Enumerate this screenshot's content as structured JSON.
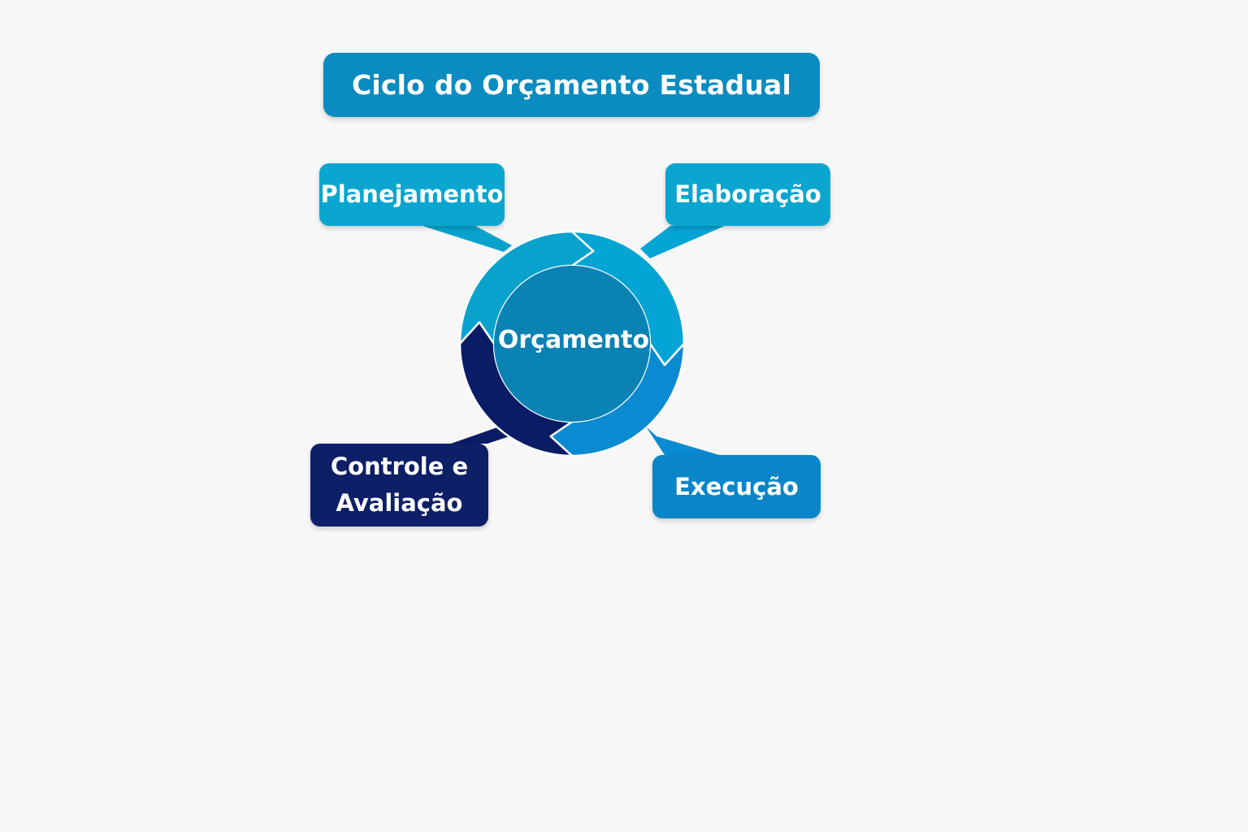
{
  "title": "Ciclo do Orçamento Estadual",
  "center": "Orçamento",
  "steps": [
    {
      "label": "Planejamento",
      "color": "#0aa6d0"
    },
    {
      "label": "Elaboração",
      "color": "#0aa6d0"
    },
    {
      "label": "Execução",
      "color": "#0a86c8"
    },
    {
      "label": "Controle e\nAvaliação",
      "color": "#0d1f66"
    }
  ],
  "colors": {
    "background": "#f7f7f7",
    "title_box": "#0a8cc0",
    "center_disc": "#0a82b4",
    "ring_planejamento": "#08a2cc",
    "ring_elaboracao": "#04a4d4",
    "ring_execucao": "#0a8ad0",
    "ring_controle": "#0b1c66",
    "text": "#ffffff"
  }
}
